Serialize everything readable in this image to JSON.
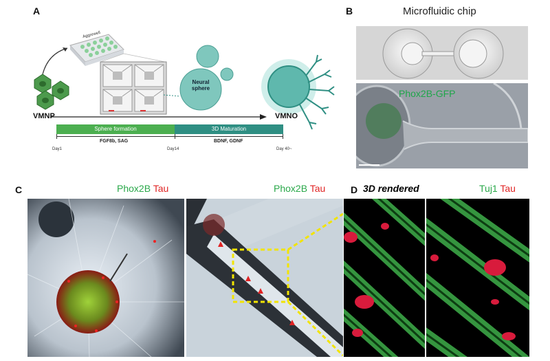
{
  "panels": {
    "a_label": "A",
    "b_label": "B",
    "c_label": "C",
    "d_label": "D"
  },
  "panel_a": {
    "plate_label": "Aggrewell",
    "sphere_label_line1": "Neural",
    "sphere_label_line2": "sphere",
    "vmnp": "VMNP",
    "vmno": "VMNO",
    "stage1": "Sphere formation",
    "stage2": "3D Maturation",
    "factors1": "FGF8b, SAG",
    "factors2": "BDNF, GDNF",
    "day1": "Day1",
    "day14": "Day14",
    "day40": "Day 40~",
    "color_stage1": "#4caf50",
    "color_stage2": "#2f8f83"
  },
  "panel_b": {
    "title": "Microfluidic chip",
    "overlay": "Phox2B-GFP"
  },
  "panel_c": {
    "left_green": "Phox2B",
    "left_red": "Tau",
    "right_green": "Phox2B",
    "right_red": "Tau"
  },
  "panel_d": {
    "rendered": "3D rendered",
    "green": "Tuj1",
    "red": "Tau"
  }
}
